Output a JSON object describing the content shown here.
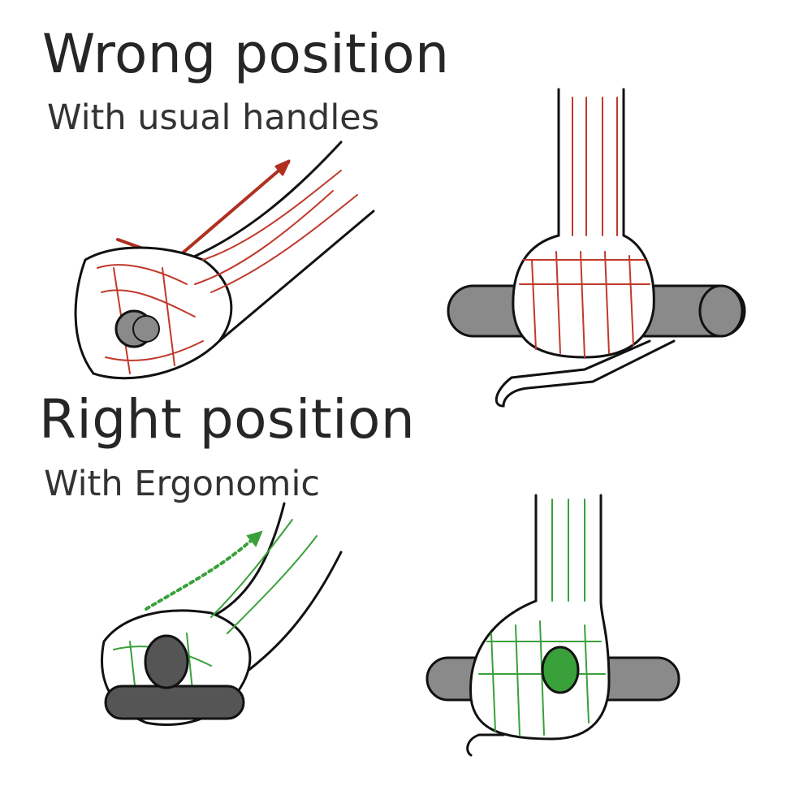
{
  "wrong": {
    "title": "Wrong position",
    "subtitle": "With usual handles",
    "color": "#c0392b"
  },
  "right": {
    "title": "Right position",
    "subtitle": "With Ergonomic",
    "color": "#3aa03a"
  },
  "handle_color": "#8a8a8a"
}
